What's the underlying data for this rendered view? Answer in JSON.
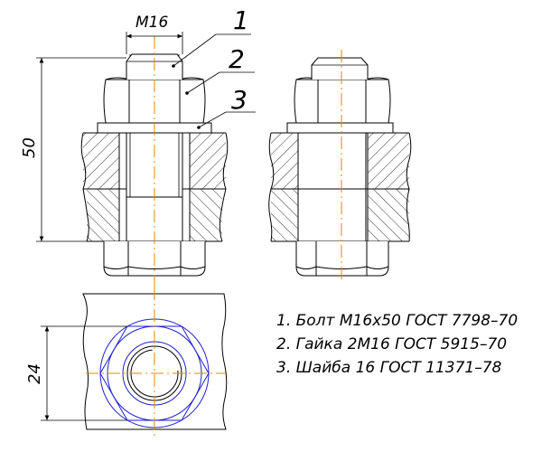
{
  "dimensions": {
    "thread": "M16",
    "length": "50",
    "across_flats": "24"
  },
  "callouts": [
    "1",
    "2",
    "3"
  ],
  "spec_list": [
    "1. Болт М16х50 ГОСТ 7798–70",
    "2. Гайка 2М16 ГОСТ 5915–70",
    "3. Шайба 16 ГОСТ 11371–78"
  ],
  "colors": {
    "line": "#000000",
    "centerline": "#e08a00",
    "top_view": "#1f1fd0"
  }
}
